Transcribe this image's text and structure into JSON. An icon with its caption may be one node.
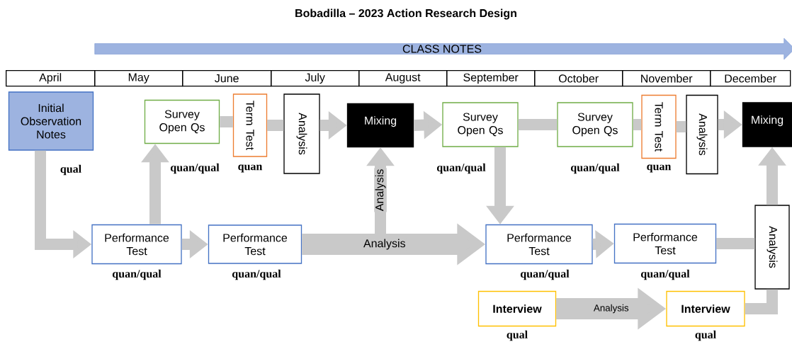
{
  "diagram": {
    "title": "Bobadilla – 2023 Action Research Design",
    "nodes": [
      {
        "text": [
          "CLASS NOTES"
        ]
      },
      {
        "text": [
          "Initial Observation Notes"
        ],
        "beside": [
          "qual"
        ]
      },
      {
        "text": [
          "Survey Open Qs"
        ],
        "beside": [
          "quan/qual"
        ]
      },
      {
        "text": [
          "Term Test"
        ],
        "beside": [
          "quan"
        ]
      },
      {
        "text": [
          "Analysis"
        ]
      },
      {
        "text": [
          "Mixing"
        ]
      },
      {
        "text": [
          "Survey Open Qs"
        ],
        "beside": [
          "quan/qual"
        ]
      },
      {
        "text": [
          "Survey Open Qs"
        ],
        "beside": [
          "quan/qual"
        ]
      },
      {
        "text": [
          "Term Test"
        ],
        "beside": [
          "quan"
        ]
      },
      {
        "text": [
          "Analysis"
        ]
      },
      {
        "text": [
          "Mixing"
        ]
      },
      {
        "text": [
          "Performance Test"
        ],
        "beside": [
          "quan/qual"
        ]
      },
      {
        "text": [
          "Performance Test"
        ],
        "beside": [
          "quan/qual"
        ]
      },
      {
        "text": [
          "Performance Test"
        ],
        "beside": [
          "quan/qual"
        ]
      },
      {
        "text": [
          "Performance Test"
        ],
        "beside": [
          "quan/qual"
        ]
      },
      {
        "text": [
          "Analysis"
        ]
      },
      {
        "text": [
          "Interview"
        ],
        "beside": [
          "qual"
        ]
      },
      {
        "text": [
          "Interview"
        ],
        "beside": [
          "qual"
        ]
      }
    ],
    "edges": [
      {
        "from": 1,
        "to": 11,
        "arrow": "to"
      },
      {
        "from": 11,
        "to": 2,
        "arrow": "to"
      },
      {
        "from": 2,
        "to": 3,
        "arrow": "none"
      },
      {
        "from": 3,
        "to": 4,
        "arrow": "none"
      },
      {
        "from": 4,
        "to": 5,
        "arrow": "to"
      },
      {
        "from": 11,
        "to": 12,
        "arrow": "to"
      },
      {
        "from": 12,
        "to": 13,
        "arrow": "to",
        "label": "Analysis",
        "style": "thick"
      },
      {
        "from": 12,
        "to": 5,
        "arrow": "to",
        "label": "Analysis"
      },
      {
        "from": 5,
        "to": 6,
        "arrow": "to"
      },
      {
        "from": 6,
        "to": 13,
        "arrow": "to"
      },
      {
        "from": 6,
        "to": 7,
        "arrow": "none"
      },
      {
        "from": 7,
        "to": 8,
        "arrow": "none"
      },
      {
        "from": 8,
        "to": 9,
        "arrow": "none"
      },
      {
        "from": 9,
        "to": 10,
        "arrow": "to"
      },
      {
        "from": 13,
        "to": 14,
        "arrow": "to"
      },
      {
        "from": 14,
        "to": 15,
        "arrow": "none"
      },
      {
        "from": 16,
        "to": 17,
        "arrow": "to",
        "label": "Analysis",
        "style": "thick"
      },
      {
        "from": 17,
        "to": 15,
        "arrow": "none"
      },
      {
        "from": 15,
        "to": 10,
        "arrow": "to"
      }
    ],
    "labels": [
      "April",
      "May",
      "June",
      "July",
      "August",
      "September",
      "October",
      "November",
      "December"
    ]
  }
}
